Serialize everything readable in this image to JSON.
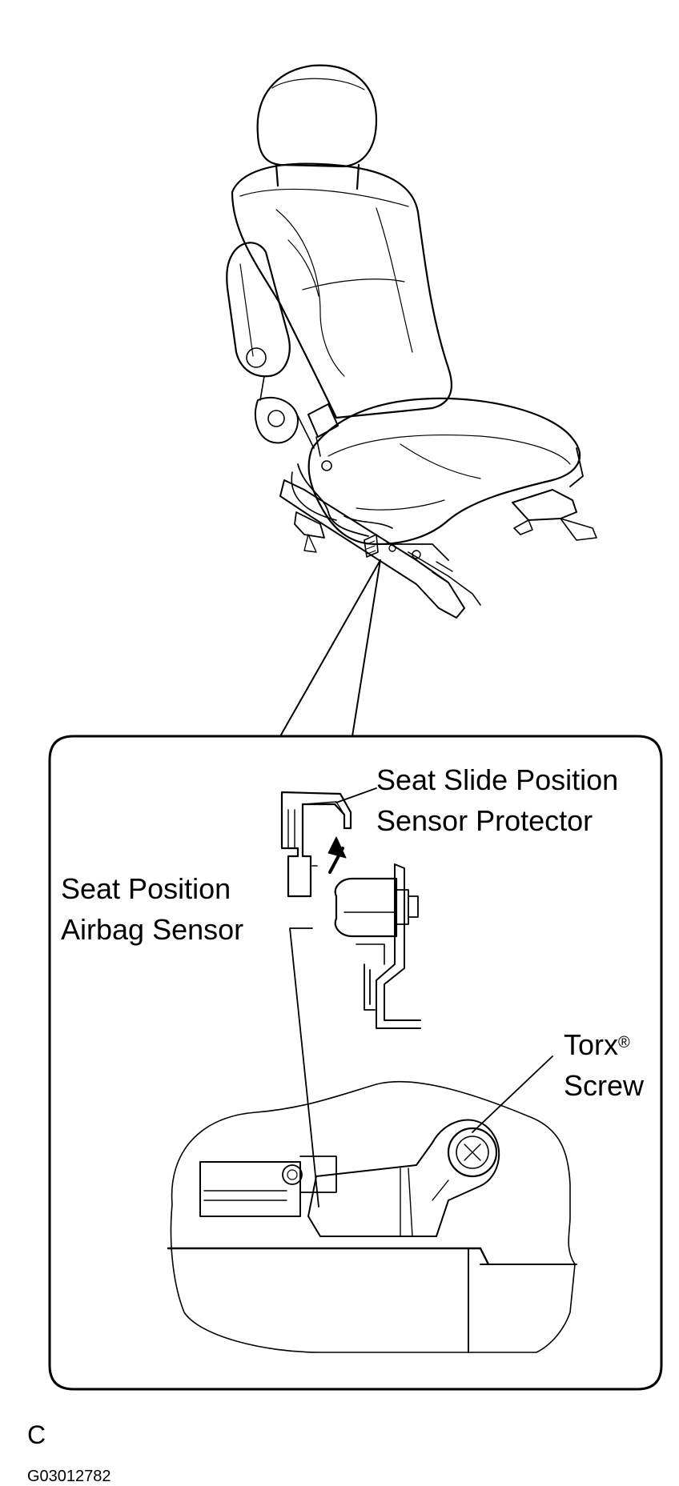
{
  "labels": {
    "slide_protector": {
      "line1": "Seat Slide Position",
      "line2": "Sensor Protector"
    },
    "position_sensor": {
      "line1": "Seat Position",
      "line2": "Airbag Sensor"
    },
    "torx_screw": {
      "line1": "Torx",
      "mark": "®",
      "line2": "Screw"
    }
  },
  "figure_letter": "C",
  "figure_code": "G03012782"
}
